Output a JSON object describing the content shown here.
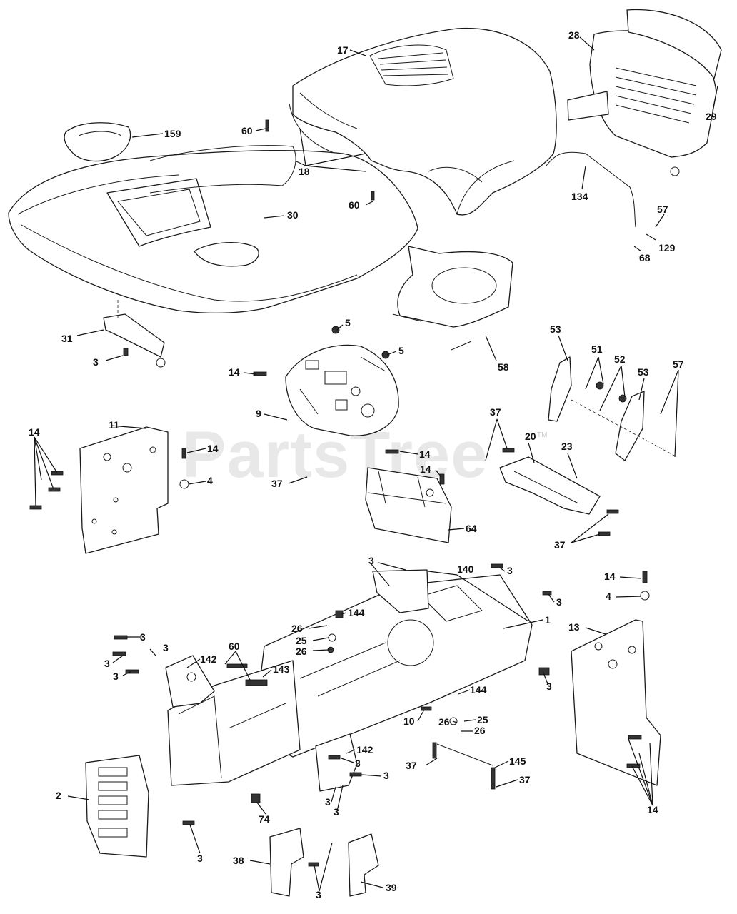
{
  "watermark": {
    "text": "PartsTree",
    "trademark": "TM"
  },
  "callouts": [
    {
      "id": "c17",
      "text": "17"
    },
    {
      "id": "c28",
      "text": "28"
    },
    {
      "id": "c29",
      "text": "29"
    },
    {
      "id": "c159",
      "text": "159"
    },
    {
      "id": "c60a",
      "text": "60"
    },
    {
      "id": "c18",
      "text": "18"
    },
    {
      "id": "c60b",
      "text": "60"
    },
    {
      "id": "c30",
      "text": "30"
    },
    {
      "id": "c134",
      "text": "134"
    },
    {
      "id": "c57a",
      "text": "57"
    },
    {
      "id": "c129",
      "text": "129"
    },
    {
      "id": "c68",
      "text": "68"
    },
    {
      "id": "c31",
      "text": "31"
    },
    {
      "id": "c3a",
      "text": "3"
    },
    {
      "id": "c5a",
      "text": "5"
    },
    {
      "id": "c5b",
      "text": "5"
    },
    {
      "id": "c58",
      "text": "58"
    },
    {
      "id": "c53a",
      "text": "53"
    },
    {
      "id": "c51",
      "text": "51"
    },
    {
      "id": "c52",
      "text": "52"
    },
    {
      "id": "c53b",
      "text": "53"
    },
    {
      "id": "c57b",
      "text": "57"
    },
    {
      "id": "c14a",
      "text": "14"
    },
    {
      "id": "c9",
      "text": "9"
    },
    {
      "id": "c14b",
      "text": "14"
    },
    {
      "id": "c11",
      "text": "11"
    },
    {
      "id": "c14c",
      "text": "14"
    },
    {
      "id": "c4a",
      "text": "4"
    },
    {
      "id": "c14d",
      "text": "14"
    },
    {
      "id": "c14e",
      "text": "14"
    },
    {
      "id": "c37a",
      "text": "37"
    },
    {
      "id": "c37b",
      "text": "37"
    },
    {
      "id": "c20",
      "text": "20"
    },
    {
      "id": "c23",
      "text": "23"
    },
    {
      "id": "c64",
      "text": "64"
    },
    {
      "id": "c37c",
      "text": "37"
    },
    {
      "id": "c3b",
      "text": "3"
    },
    {
      "id": "c140",
      "text": "140"
    },
    {
      "id": "c3c",
      "text": "3"
    },
    {
      "id": "c3d",
      "text": "3"
    },
    {
      "id": "c14f",
      "text": "14"
    },
    {
      "id": "c4b",
      "text": "4"
    },
    {
      "id": "c144a",
      "text": "144"
    },
    {
      "id": "c26a",
      "text": "26"
    },
    {
      "id": "c25a",
      "text": "25"
    },
    {
      "id": "c26b",
      "text": "26"
    },
    {
      "id": "c1",
      "text": "1"
    },
    {
      "id": "c13",
      "text": "13"
    },
    {
      "id": "c3e",
      "text": "3"
    },
    {
      "id": "c3f",
      "text": "3"
    },
    {
      "id": "c3g",
      "text": "3"
    },
    {
      "id": "c3h",
      "text": "3"
    },
    {
      "id": "c142a",
      "text": "142"
    },
    {
      "id": "c60c",
      "text": "60"
    },
    {
      "id": "c143",
      "text": "143"
    },
    {
      "id": "c3i",
      "text": "3"
    },
    {
      "id": "c144b",
      "text": "144"
    },
    {
      "id": "c10",
      "text": "10"
    },
    {
      "id": "c26c",
      "text": "26"
    },
    {
      "id": "c25b",
      "text": "25"
    },
    {
      "id": "c26d",
      "text": "26"
    },
    {
      "id": "c142b",
      "text": "142"
    },
    {
      "id": "c3j",
      "text": "3"
    },
    {
      "id": "c3k",
      "text": "3"
    },
    {
      "id": "c37d",
      "text": "37"
    },
    {
      "id": "c145",
      "text": "145"
    },
    {
      "id": "c37e",
      "text": "37"
    },
    {
      "id": "c2",
      "text": "2"
    },
    {
      "id": "c3l",
      "text": "3"
    },
    {
      "id": "c3m",
      "text": "3"
    },
    {
      "id": "c74",
      "text": "74"
    },
    {
      "id": "c14g",
      "text": "14"
    },
    {
      "id": "c3n",
      "text": "3"
    },
    {
      "id": "c38",
      "text": "38"
    },
    {
      "id": "c3o",
      "text": "3"
    },
    {
      "id": "c39",
      "text": "39"
    }
  ]
}
